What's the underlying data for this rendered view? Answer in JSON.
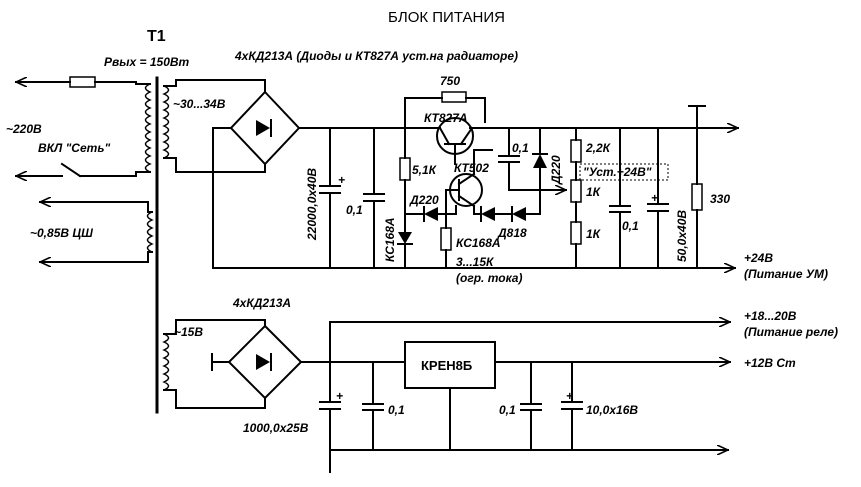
{
  "title": "БЛОК ПИТАНИЯ",
  "transformer": {
    "name": "T1",
    "power": "Рвых = 150Вт"
  },
  "rectifier_top": {
    "label": "4хКД213А (Диоды и КТ827А уст.на радиаторе)"
  },
  "rectifier_bottom": {
    "label": "4хКД213А"
  },
  "mains": {
    "voltage": "~220В",
    "switch": "ВКЛ \"Сеть\""
  },
  "windings": {
    "w1": "~30...34В",
    "w2": "~0,85В ЦШ",
    "w3": "~15В"
  },
  "components": {
    "r750": "750",
    "q1": "КТ827А",
    "q2": "КТ502",
    "r51k": "5,1К",
    "c01a": "0,1",
    "d220a": "Д220",
    "d220b": "Д220",
    "r22k": "2,2К",
    "ust": "\"Уст.+24В\"",
    "pot1k": "1К",
    "r1k": "1К",
    "c22000": "22000,0х40В",
    "c01b": "0,1",
    "ks168a": "КС168А",
    "ks168b": "КС168А",
    "d818": "Д818",
    "r315k": "3...15К",
    "ogr": "(огр. тока)",
    "c01c": "0,1",
    "c50": "50,0х40В",
    "r330": "330",
    "c1000": "1000,0х25В",
    "c01d": "0,1",
    "kren": "КРЕН8Б",
    "c01e": "0,1",
    "c10": "10,0х16В"
  },
  "outputs": {
    "out24": "+24В",
    "out24_note": "(Питание УМ)",
    "out18": "+18...20В",
    "out18_note": "(Питание реле)",
    "out12": "+12В Ст"
  }
}
